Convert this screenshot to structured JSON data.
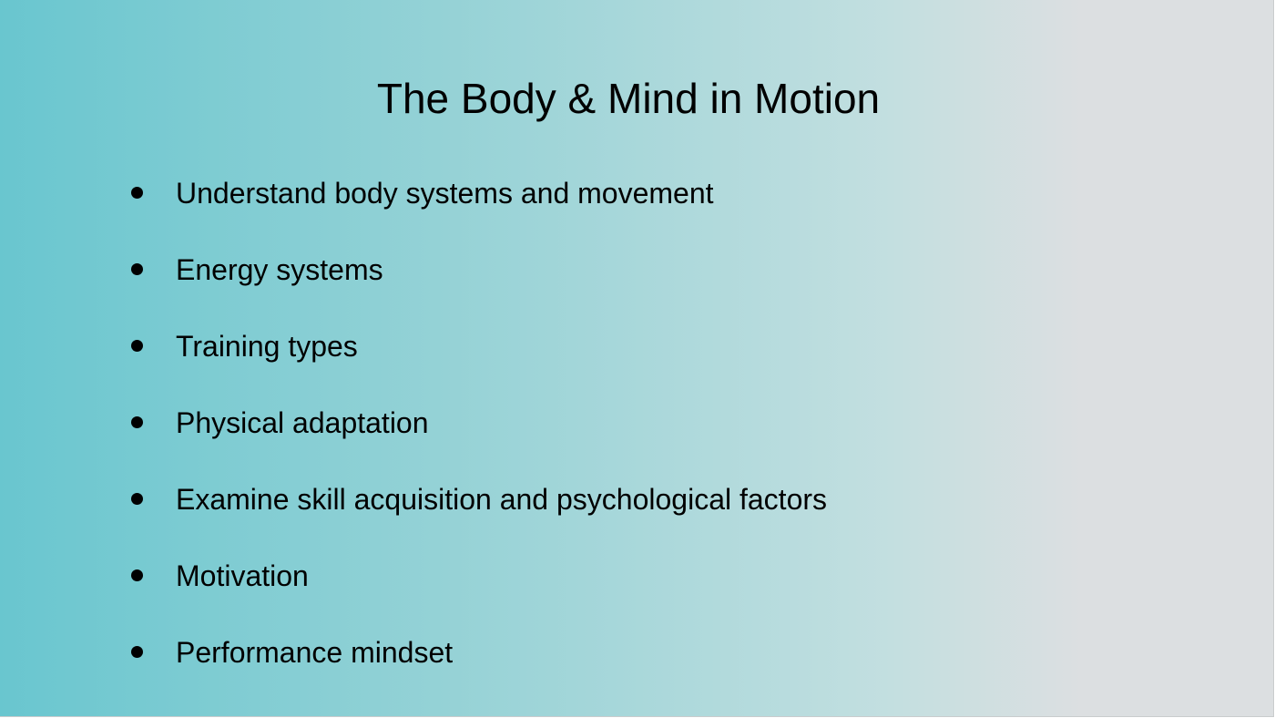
{
  "slide": {
    "title": "The Body & Mind in Motion",
    "bullets": [
      "Understand body systems and movement",
      "Energy systems",
      "Training types",
      "Physical adaptation",
      "Examine skill acquisition and psychological factors",
      "Motivation",
      "Performance mindset"
    ],
    "colors": {
      "background_left": "#69c6cf",
      "background_right": "#dcdfe1",
      "text": "#000000"
    }
  }
}
